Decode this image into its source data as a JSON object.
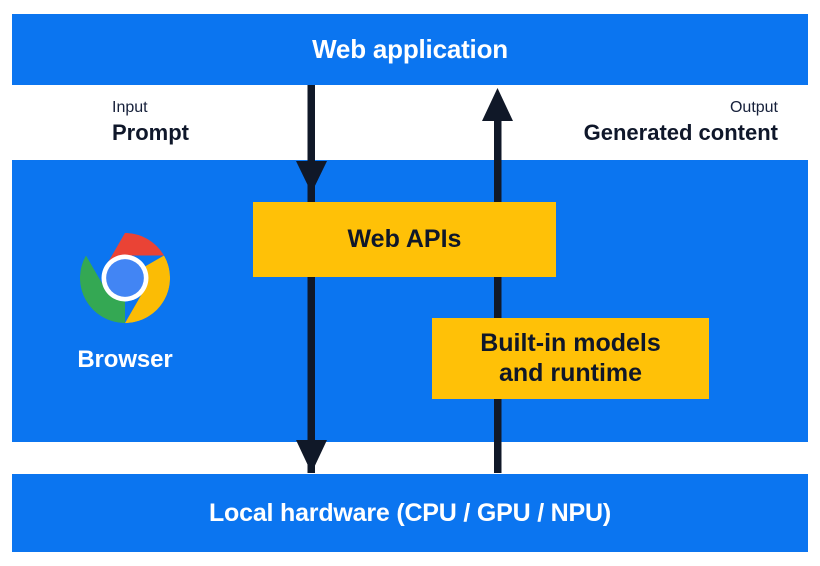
{
  "diagram": {
    "title": "Web application / Browser / Local hardware built-in AI architecture",
    "colors": {
      "band_blue": "#0b75f0",
      "box_yellow": "#ffc107",
      "arrow_navy": "#101828",
      "text_dark": "#0f172a",
      "text_white": "#ffffff"
    }
  },
  "bands": {
    "web_application": "Web application",
    "local_hardware": "Local hardware (CPU / GPU / NPU)"
  },
  "annotations": {
    "input": {
      "kicker": "Input",
      "value": "Prompt"
    },
    "output": {
      "kicker": "Output",
      "value": "Generated content"
    }
  },
  "browser": {
    "label": "Browser",
    "logo_name": "chrome-logo"
  },
  "boxes": {
    "web_apis": "Web APIs",
    "builtin_models_line1": "Built-in models",
    "builtin_models_line2": "and runtime"
  },
  "arrows": {
    "downward": "prompt-flow-down-arrow",
    "upward": "generated-content-up-arrow"
  }
}
